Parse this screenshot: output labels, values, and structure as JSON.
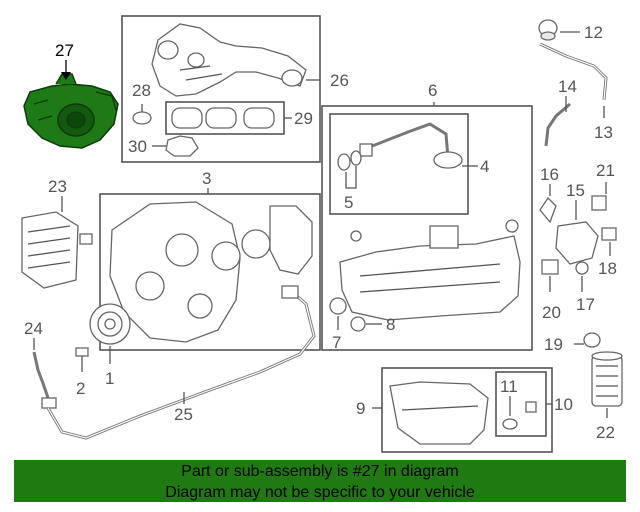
{
  "callouts": {
    "n1": "1",
    "n2": "2",
    "n3": "3",
    "n4": "4",
    "n5": "5",
    "n6": "6",
    "n7": "7",
    "n8": "8",
    "n9": "9",
    "n10": "10",
    "n11": "11",
    "n12": "12",
    "n13": "13",
    "n14": "14",
    "n15": "15",
    "n16": "16",
    "n17": "17",
    "n18": "18",
    "n19": "19",
    "n20": "20",
    "n21": "21",
    "n22": "22",
    "n23": "23",
    "n24": "24",
    "n25": "25",
    "n26": "26",
    "n27": "27",
    "n28": "28",
    "n29": "29",
    "n30": "30"
  },
  "highlight": {
    "part": "27",
    "color": "#1d7a16"
  },
  "banner": {
    "line1": "Part or sub-assembly is #27 in diagram",
    "line2": "Diagram may not be specific to your vehicle",
    "color": "#1f7a12"
  }
}
